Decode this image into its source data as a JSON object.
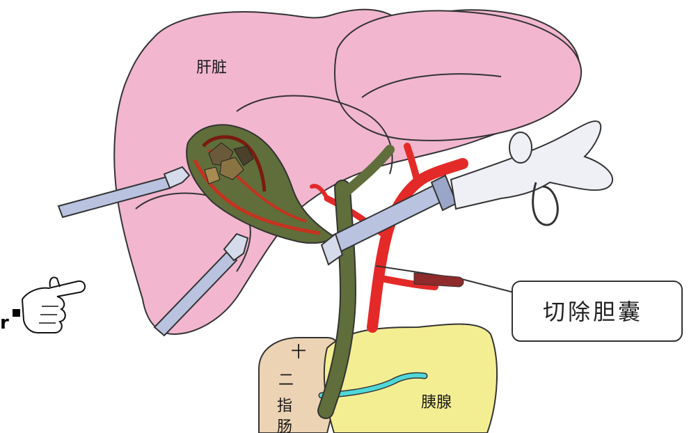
{
  "labels": {
    "liver": "肝脏",
    "procedure": "切除胆囊",
    "pancreas": "胰腺",
    "duodenum_1": "十",
    "duodenum_2": "二",
    "duodenum_3": "指",
    "duodenum_4": "肠"
  },
  "marker": {
    "letter": "r",
    "icon": "pointing-hand-icon"
  },
  "colors": {
    "liver": "#f2b6cf",
    "liver_outline": "#333333",
    "gallbladder": "#5f6e3a",
    "artery": "#e32a28",
    "pancreas": "#f4ee93",
    "duodenum": "#ecd3b3",
    "instrument": "#b9c3e0",
    "duct": "#4fd8d8"
  }
}
